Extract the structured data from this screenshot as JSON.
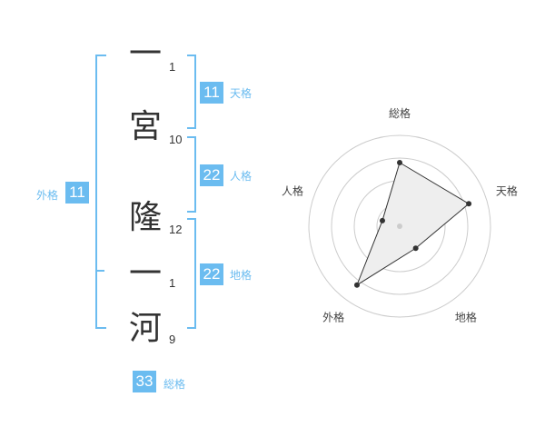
{
  "name": {
    "chars": [
      {
        "char": "一",
        "strokes": "1"
      },
      {
        "char": "宮",
        "strokes": "10"
      },
      {
        "char": "隆",
        "strokes": "12"
      },
      {
        "char": "一",
        "strokes": "1"
      },
      {
        "char": "河",
        "strokes": "9"
      }
    ]
  },
  "kakusu": {
    "tenkaku": {
      "value": "11",
      "label": "天格"
    },
    "jinkaku": {
      "value": "22",
      "label": "人格"
    },
    "chikaku": {
      "value": "22",
      "label": "地格"
    },
    "gaikaku": {
      "value": "11",
      "label": "外格"
    },
    "soukaku": {
      "value": "33",
      "label": "総格"
    }
  },
  "chart_data": {
    "type": "radar",
    "axes": [
      "総格",
      "天格",
      "地格",
      "外格",
      "人格"
    ],
    "values": [
      0.7,
      0.8,
      0.3,
      0.8,
      0.2
    ],
    "rings": 4,
    "colors": {
      "accent": "#6bbcf0",
      "ring": "#cccccc",
      "fill": "#eeeeee",
      "point": "#333333"
    }
  }
}
